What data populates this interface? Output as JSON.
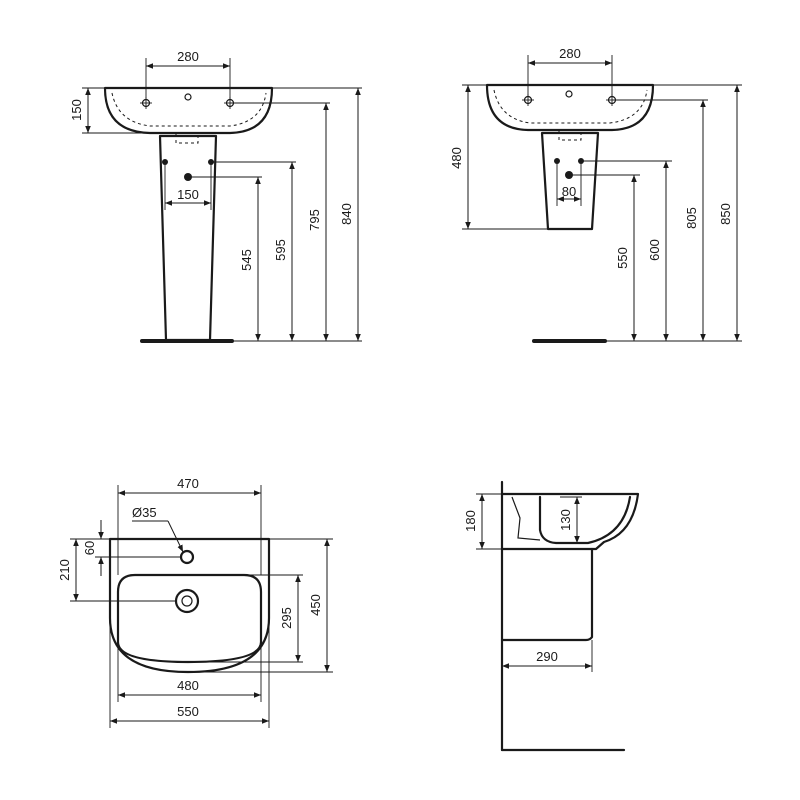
{
  "views": {
    "pedestal_front": {
      "dims": {
        "tap_spacing": "280",
        "bowl_depth": "150",
        "waste_spacing": "150",
        "waste_height": "545",
        "trap_height": "595",
        "rim_height": "795",
        "overall_height": "840"
      }
    },
    "semi_pedestal_front": {
      "dims": {
        "tap_spacing": "280",
        "shroud_height": "480",
        "waste_spacing": "80",
        "waste_height": "550",
        "trap_height": "600",
        "rim_height": "805",
        "overall_height": "850"
      }
    },
    "plan": {
      "dims": {
        "inner_width": "470",
        "tap_hole": "Ø35",
        "tap_offset": "60",
        "waste_offset": "210",
        "bowl_depth": "295",
        "projection": "450",
        "bowl_width": "480",
        "overall_width": "550"
      }
    },
    "side": {
      "dims": {
        "rim_to_bracket": "180",
        "bowl_depth": "130",
        "projection": "290"
      }
    }
  },
  "colors": {
    "line": "#1a1a1a",
    "background": "#ffffff"
  }
}
